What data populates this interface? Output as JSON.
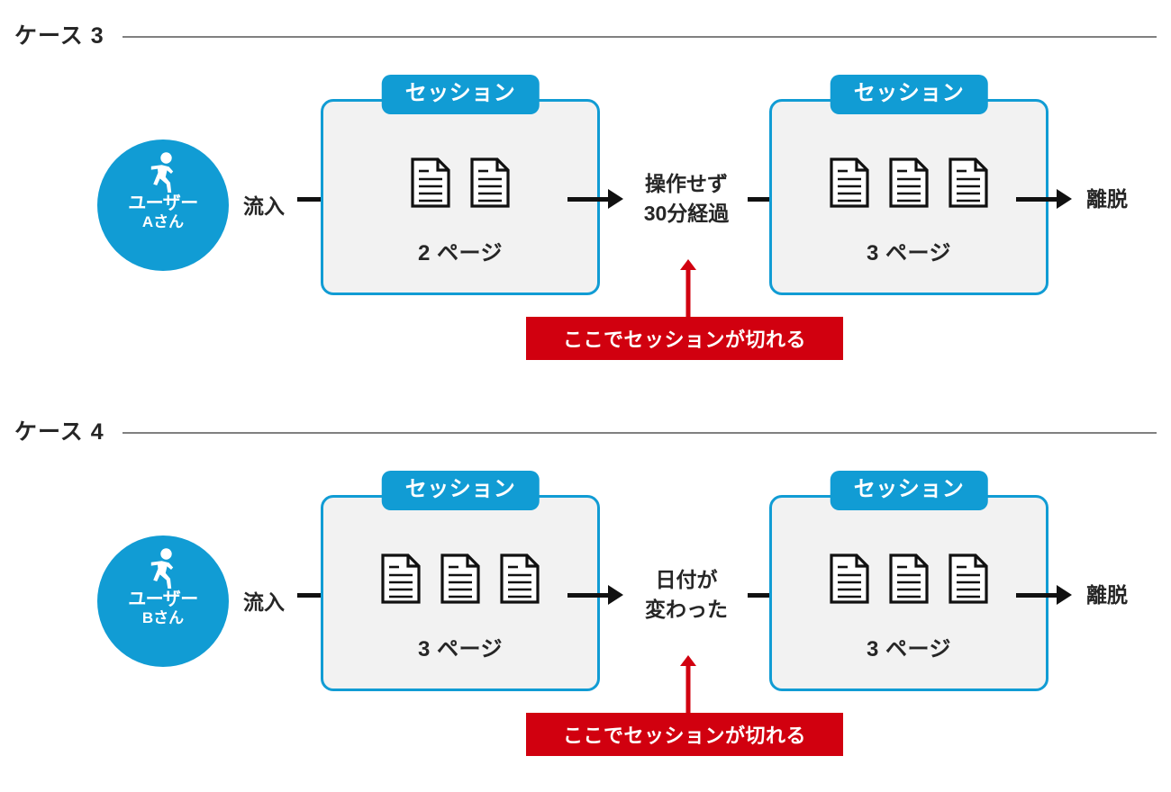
{
  "colors": {
    "brand_blue": "#119CD4",
    "alert_red": "#D1000F",
    "box_fill": "#F2F2F2",
    "text_dark": "#262626",
    "rule_gray": "#808080"
  },
  "cases": [
    {
      "title": "ケース 3",
      "avatar": {
        "icon": "walking-person-icon",
        "role": "ユーザー",
        "name": "Aさん"
      },
      "inflow_label": "流入",
      "session_left": {
        "tab_label": "セッション",
        "doc_count": 2,
        "pages_label": "2 ページ"
      },
      "reason_lines": [
        "操作せず",
        "30分経過"
      ],
      "session_right": {
        "tab_label": "セッション",
        "doc_count": 3,
        "pages_label": "3 ページ"
      },
      "exit_label": "離脱",
      "callout_text": "ここでセッションが切れる"
    },
    {
      "title": "ケース 4",
      "avatar": {
        "icon": "walking-person-icon",
        "role": "ユーザー",
        "name": "Bさん"
      },
      "inflow_label": "流入",
      "session_left": {
        "tab_label": "セッション",
        "doc_count": 3,
        "pages_label": "3 ページ"
      },
      "reason_lines": [
        "日付が",
        "変わった"
      ],
      "session_right": {
        "tab_label": "セッション",
        "doc_count": 3,
        "pages_label": "3 ページ"
      },
      "exit_label": "離脱",
      "callout_text": "ここでセッションが切れる"
    }
  ]
}
